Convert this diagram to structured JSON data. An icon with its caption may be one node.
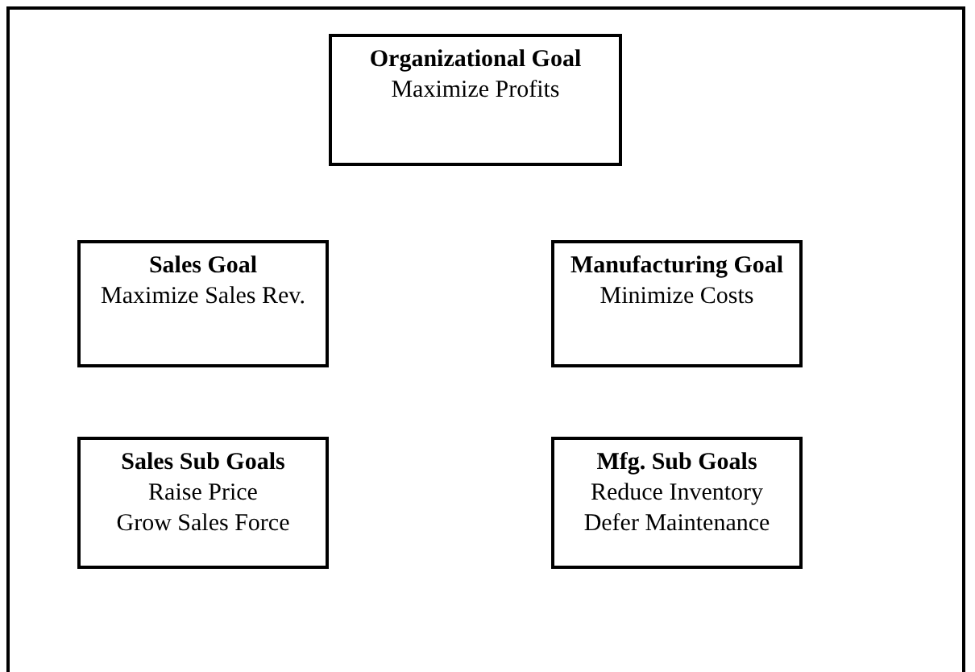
{
  "diagram": {
    "nodes": [
      {
        "text": [
          "Organizational Goal",
          "Maximize Profits"
        ]
      },
      {
        "text": [
          "Sales Goal",
          "Maximize Sales Rev."
        ]
      },
      {
        "text": [
          "Manufacturing Goal",
          "Minimize Costs"
        ]
      },
      {
        "text": [
          "Sales Sub Goals",
          "Raise Price",
          "Grow Sales Force"
        ]
      },
      {
        "text": [
          "Mfg. Sub Goals",
          "Reduce Inventory",
          "Defer Maintenance"
        ]
      }
    ]
  }
}
